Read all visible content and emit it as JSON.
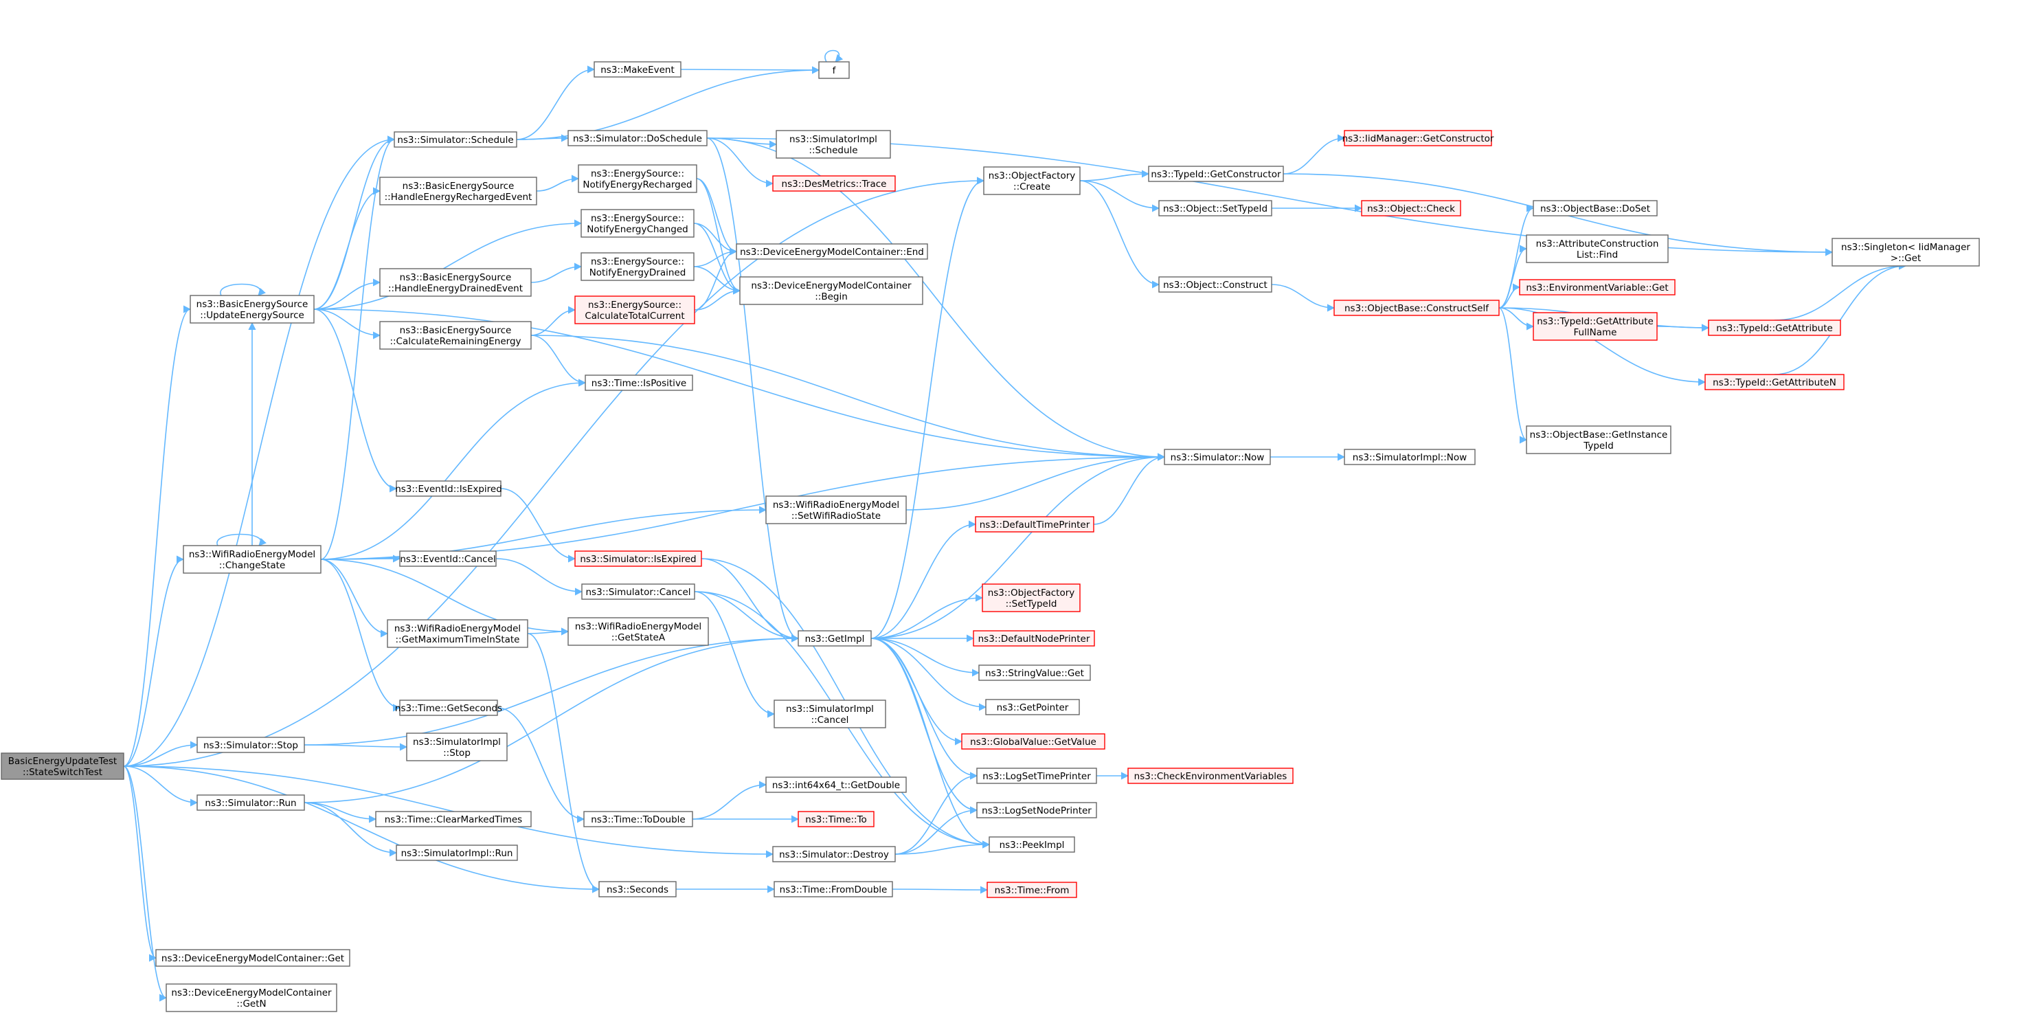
{
  "diagram": {
    "title": "",
    "colors": {
      "edge": "#63b8ff",
      "node_border": "#666666",
      "node_fill": "#ffffff",
      "root_fill": "#999999",
      "incomplete_border": "#ff0000",
      "incomplete_fill": "#fff0f0"
    },
    "nodes": [
      {
        "id": "root",
        "lines": [
          "BasicEnergyUpdateTest",
          "::StateSwitchTest"
        ],
        "kind": "root"
      },
      {
        "id": "dec_get",
        "lines": [
          "ns3::DeviceEnergyModelContainer::Get"
        ],
        "kind": "normal"
      },
      {
        "id": "dec_getn",
        "lines": [
          "ns3::DeviceEnergyModelContainer",
          "::GetN"
        ],
        "kind": "normal"
      },
      {
        "id": "bes_update",
        "lines": [
          "ns3::BasicEnergySource",
          "::UpdateEnergySource"
        ],
        "kind": "normal"
      },
      {
        "id": "wrem_change",
        "lines": [
          "ns3::WifiRadioEnergyModel",
          "::ChangeState"
        ],
        "kind": "normal"
      },
      {
        "id": "sim_stop",
        "lines": [
          "ns3::Simulator::Stop"
        ],
        "kind": "normal"
      },
      {
        "id": "sim_run",
        "lines": [
          "ns3::Simulator::Run"
        ],
        "kind": "normal"
      },
      {
        "id": "sim_schedule",
        "lines": [
          "ns3::Simulator::Schedule"
        ],
        "kind": "normal"
      },
      {
        "id": "bes_recharged",
        "lines": [
          "ns3::BasicEnergySource",
          "::HandleEnergyRechargedEvent"
        ],
        "kind": "normal"
      },
      {
        "id": "bes_drained",
        "lines": [
          "ns3::BasicEnergySource",
          "::HandleEnergyDrainedEvent"
        ],
        "kind": "normal"
      },
      {
        "id": "bes_calcrem",
        "lines": [
          "ns3::BasicEnergySource",
          "::CalculateRemainingEnergy"
        ],
        "kind": "normal"
      },
      {
        "id": "eid_isexp",
        "lines": [
          "ns3::EventId::IsExpired"
        ],
        "kind": "normal"
      },
      {
        "id": "eid_cancel",
        "lines": [
          "ns3::EventId::Cancel"
        ],
        "kind": "normal"
      },
      {
        "id": "wrem_getmax",
        "lines": [
          "ns3::WifiRadioEnergyModel",
          "::GetMaximumTimeInState"
        ],
        "kind": "normal"
      },
      {
        "id": "time_getsec",
        "lines": [
          "ns3::Time::GetSeconds"
        ],
        "kind": "normal"
      },
      {
        "id": "simimpl_stop",
        "lines": [
          "ns3::SimulatorImpl",
          "::Stop"
        ],
        "kind": "normal"
      },
      {
        "id": "time_clear",
        "lines": [
          "ns3::Time::ClearMarkedTimes"
        ],
        "kind": "normal"
      },
      {
        "id": "simimpl_run",
        "lines": [
          "ns3::SimulatorImpl::Run"
        ],
        "kind": "normal"
      },
      {
        "id": "seconds",
        "lines": [
          "ns3::Seconds"
        ],
        "kind": "normal"
      },
      {
        "id": "makeevent",
        "lines": [
          "ns3::MakeEvent"
        ],
        "kind": "normal"
      },
      {
        "id": "sim_dosched",
        "lines": [
          "ns3::Simulator::DoSchedule"
        ],
        "kind": "normal"
      },
      {
        "id": "es_notrech",
        "lines": [
          "ns3::EnergySource::",
          "NotifyEnergyRecharged"
        ],
        "kind": "normal"
      },
      {
        "id": "es_notchg",
        "lines": [
          "ns3::EnergySource::",
          "NotifyEnergyChanged"
        ],
        "kind": "normal"
      },
      {
        "id": "es_notdrn",
        "lines": [
          "ns3::EnergySource::",
          "NotifyEnergyDrained"
        ],
        "kind": "normal"
      },
      {
        "id": "es_calctot",
        "lines": [
          "ns3::EnergySource::",
          "CalculateTotalCurrent"
        ],
        "kind": "red"
      },
      {
        "id": "time_ispos",
        "lines": [
          "ns3::Time::IsPositive"
        ],
        "kind": "normal"
      },
      {
        "id": "sim_isexp",
        "lines": [
          "ns3::Simulator::IsExpired"
        ],
        "kind": "red"
      },
      {
        "id": "sim_cancel",
        "lines": [
          "ns3::Simulator::Cancel"
        ],
        "kind": "normal"
      },
      {
        "id": "wrem_getstate",
        "lines": [
          "ns3::WifiRadioEnergyModel",
          "::GetStateA"
        ],
        "kind": "normal"
      },
      {
        "id": "time_todbl",
        "lines": [
          "ns3::Time::ToDouble"
        ],
        "kind": "normal"
      },
      {
        "id": "f",
        "lines": [
          "f"
        ],
        "kind": "normal"
      },
      {
        "id": "simimpl_sched",
        "lines": [
          "ns3::SimulatorImpl",
          "::Schedule"
        ],
        "kind": "normal"
      },
      {
        "id": "des_trace",
        "lines": [
          "ns3::DesMetrics::Trace"
        ],
        "kind": "red"
      },
      {
        "id": "dec_end",
        "lines": [
          "ns3::DeviceEnergyModelContainer::End"
        ],
        "kind": "normal"
      },
      {
        "id": "dec_begin",
        "lines": [
          "ns3::DeviceEnergyModelContainer",
          "::Begin"
        ],
        "kind": "normal"
      },
      {
        "id": "wrem_setwifi",
        "lines": [
          "ns3::WifiRadioEnergyModel",
          "::SetWifiRadioState"
        ],
        "kind": "normal"
      },
      {
        "id": "getimpl",
        "lines": [
          "ns3::GetImpl"
        ],
        "kind": "normal"
      },
      {
        "id": "simimpl_cancel",
        "lines": [
          "ns3::SimulatorImpl",
          "::Cancel"
        ],
        "kind": "normal"
      },
      {
        "id": "int64_getdbl",
        "lines": [
          "ns3::int64x64_t::GetDouble"
        ],
        "kind": "normal"
      },
      {
        "id": "time_to",
        "lines": [
          "ns3::Time::To"
        ],
        "kind": "red"
      },
      {
        "id": "sim_destroy",
        "lines": [
          "ns3::Simulator::Destroy"
        ],
        "kind": "normal"
      },
      {
        "id": "time_fromdbl",
        "lines": [
          "ns3::Time::FromDouble"
        ],
        "kind": "normal"
      },
      {
        "id": "of_create",
        "lines": [
          "ns3::ObjectFactory",
          "::Create"
        ],
        "kind": "normal"
      },
      {
        "id": "dtp",
        "lines": [
          "ns3::DefaultTimePrinter"
        ],
        "kind": "red"
      },
      {
        "id": "of_settypeid",
        "lines": [
          "ns3::ObjectFactory",
          "::SetTypeId"
        ],
        "kind": "red"
      },
      {
        "id": "dnp",
        "lines": [
          "ns3::DefaultNodePrinter"
        ],
        "kind": "red"
      },
      {
        "id": "strval_get",
        "lines": [
          "ns3::StringValue::Get"
        ],
        "kind": "normal"
      },
      {
        "id": "getpointer",
        "lines": [
          "ns3::GetPointer"
        ],
        "kind": "normal"
      },
      {
        "id": "gv_getvalue",
        "lines": [
          "ns3::GlobalValue::GetValue"
        ],
        "kind": "red"
      },
      {
        "id": "logsettime",
        "lines": [
          "ns3::LogSetTimePrinter"
        ],
        "kind": "normal"
      },
      {
        "id": "logsetnode",
        "lines": [
          "ns3::LogSetNodePrinter"
        ],
        "kind": "normal"
      },
      {
        "id": "peekimpl",
        "lines": [
          "ns3::PeekImpl"
        ],
        "kind": "normal"
      },
      {
        "id": "time_from",
        "lines": [
          "ns3::Time::From"
        ],
        "kind": "red"
      },
      {
        "id": "tid_getctor",
        "lines": [
          "ns3::TypeId::GetConstructor"
        ],
        "kind": "normal"
      },
      {
        "id": "obj_settypeid",
        "lines": [
          "ns3::Object::SetTypeId"
        ],
        "kind": "normal"
      },
      {
        "id": "obj_construct",
        "lines": [
          "ns3::Object::Construct"
        ],
        "kind": "normal"
      },
      {
        "id": "sim_now",
        "lines": [
          "ns3::Simulator::Now"
        ],
        "kind": "normal"
      },
      {
        "id": "checkenv",
        "lines": [
          "ns3::CheckEnvironmentVariables"
        ],
        "kind": "red"
      },
      {
        "id": "iidmgr_getctor",
        "lines": [
          "ns3::IidManager::GetConstructor"
        ],
        "kind": "red"
      },
      {
        "id": "obj_check",
        "lines": [
          "ns3::Object::Check"
        ],
        "kind": "red"
      },
      {
        "id": "ob_constructself",
        "lines": [
          "ns3::ObjectBase::ConstructSelf"
        ],
        "kind": "red"
      },
      {
        "id": "simimpl_now",
        "lines": [
          "ns3::SimulatorImpl::Now"
        ],
        "kind": "normal"
      },
      {
        "id": "ob_doset",
        "lines": [
          "ns3::ObjectBase::DoSet"
        ],
        "kind": "normal"
      },
      {
        "id": "acl_find",
        "lines": [
          "ns3::AttributeConstruction",
          "List::Find"
        ],
        "kind": "normal"
      },
      {
        "id": "envvar_get",
        "lines": [
          "ns3::EnvironmentVariable::Get"
        ],
        "kind": "red"
      },
      {
        "id": "tid_getattrfull",
        "lines": [
          "ns3::TypeId::GetAttribute",
          "FullName"
        ],
        "kind": "red"
      },
      {
        "id": "ob_getinst",
        "lines": [
          "ns3::ObjectBase::GetInstance",
          "TypeId"
        ],
        "kind": "normal"
      },
      {
        "id": "tid_getattr",
        "lines": [
          "ns3::TypeId::GetAttribute"
        ],
        "kind": "red"
      },
      {
        "id": "tid_getattrn",
        "lines": [
          "ns3::TypeId::GetAttributeN"
        ],
        "kind": "red"
      },
      {
        "id": "singleton_get",
        "lines": [
          "ns3::Singleton< IidManager",
          ">::Get"
        ],
        "kind": "normal"
      }
    ]
  }
}
